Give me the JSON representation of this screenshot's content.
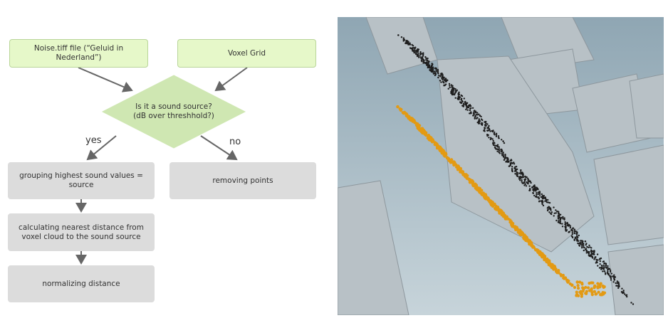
{
  "flowchart": {
    "input_noise": "Noise.tiff file (“Geluid in Nederland”)",
    "input_voxel": "Voxel Grid",
    "decision": "Is it a sound source?\n(dB over threshhold?)",
    "yes_label": "yes",
    "no_label": "no",
    "step_grouping": "grouping highest sound values = source",
    "step_removing": "removing points",
    "step_distance": "calculating nearest distance from voxel cloud to the sound source",
    "step_normalize": "normalizing distance"
  },
  "render": {
    "description_icon": "3d-voxel-cloud-image",
    "colors": {
      "sky_top": "#9fb3bf",
      "sky_bottom": "#c9d6dc",
      "building": "#b9c2c7",
      "building_dark": "#8e989e",
      "voxel_dark": "#1e1e1e",
      "voxel_source": "#e39a13"
    }
  }
}
